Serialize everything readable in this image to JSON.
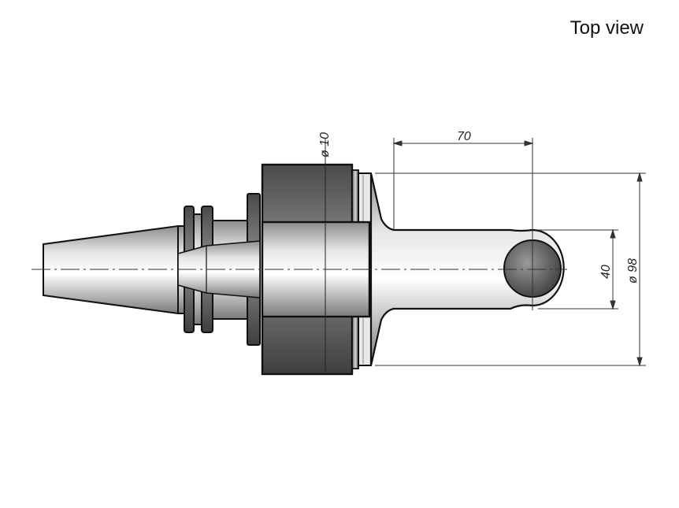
{
  "view_title": "Top view",
  "dimensions": {
    "diameter_10": "ø 10",
    "length_70": "70",
    "diameter_40": "40",
    "diameter_98": "ø 98"
  },
  "colors": {
    "outline": "#111111",
    "body_metal": "#c9c9c9",
    "dark_metal": "#555555",
    "dimension": "#333333"
  }
}
